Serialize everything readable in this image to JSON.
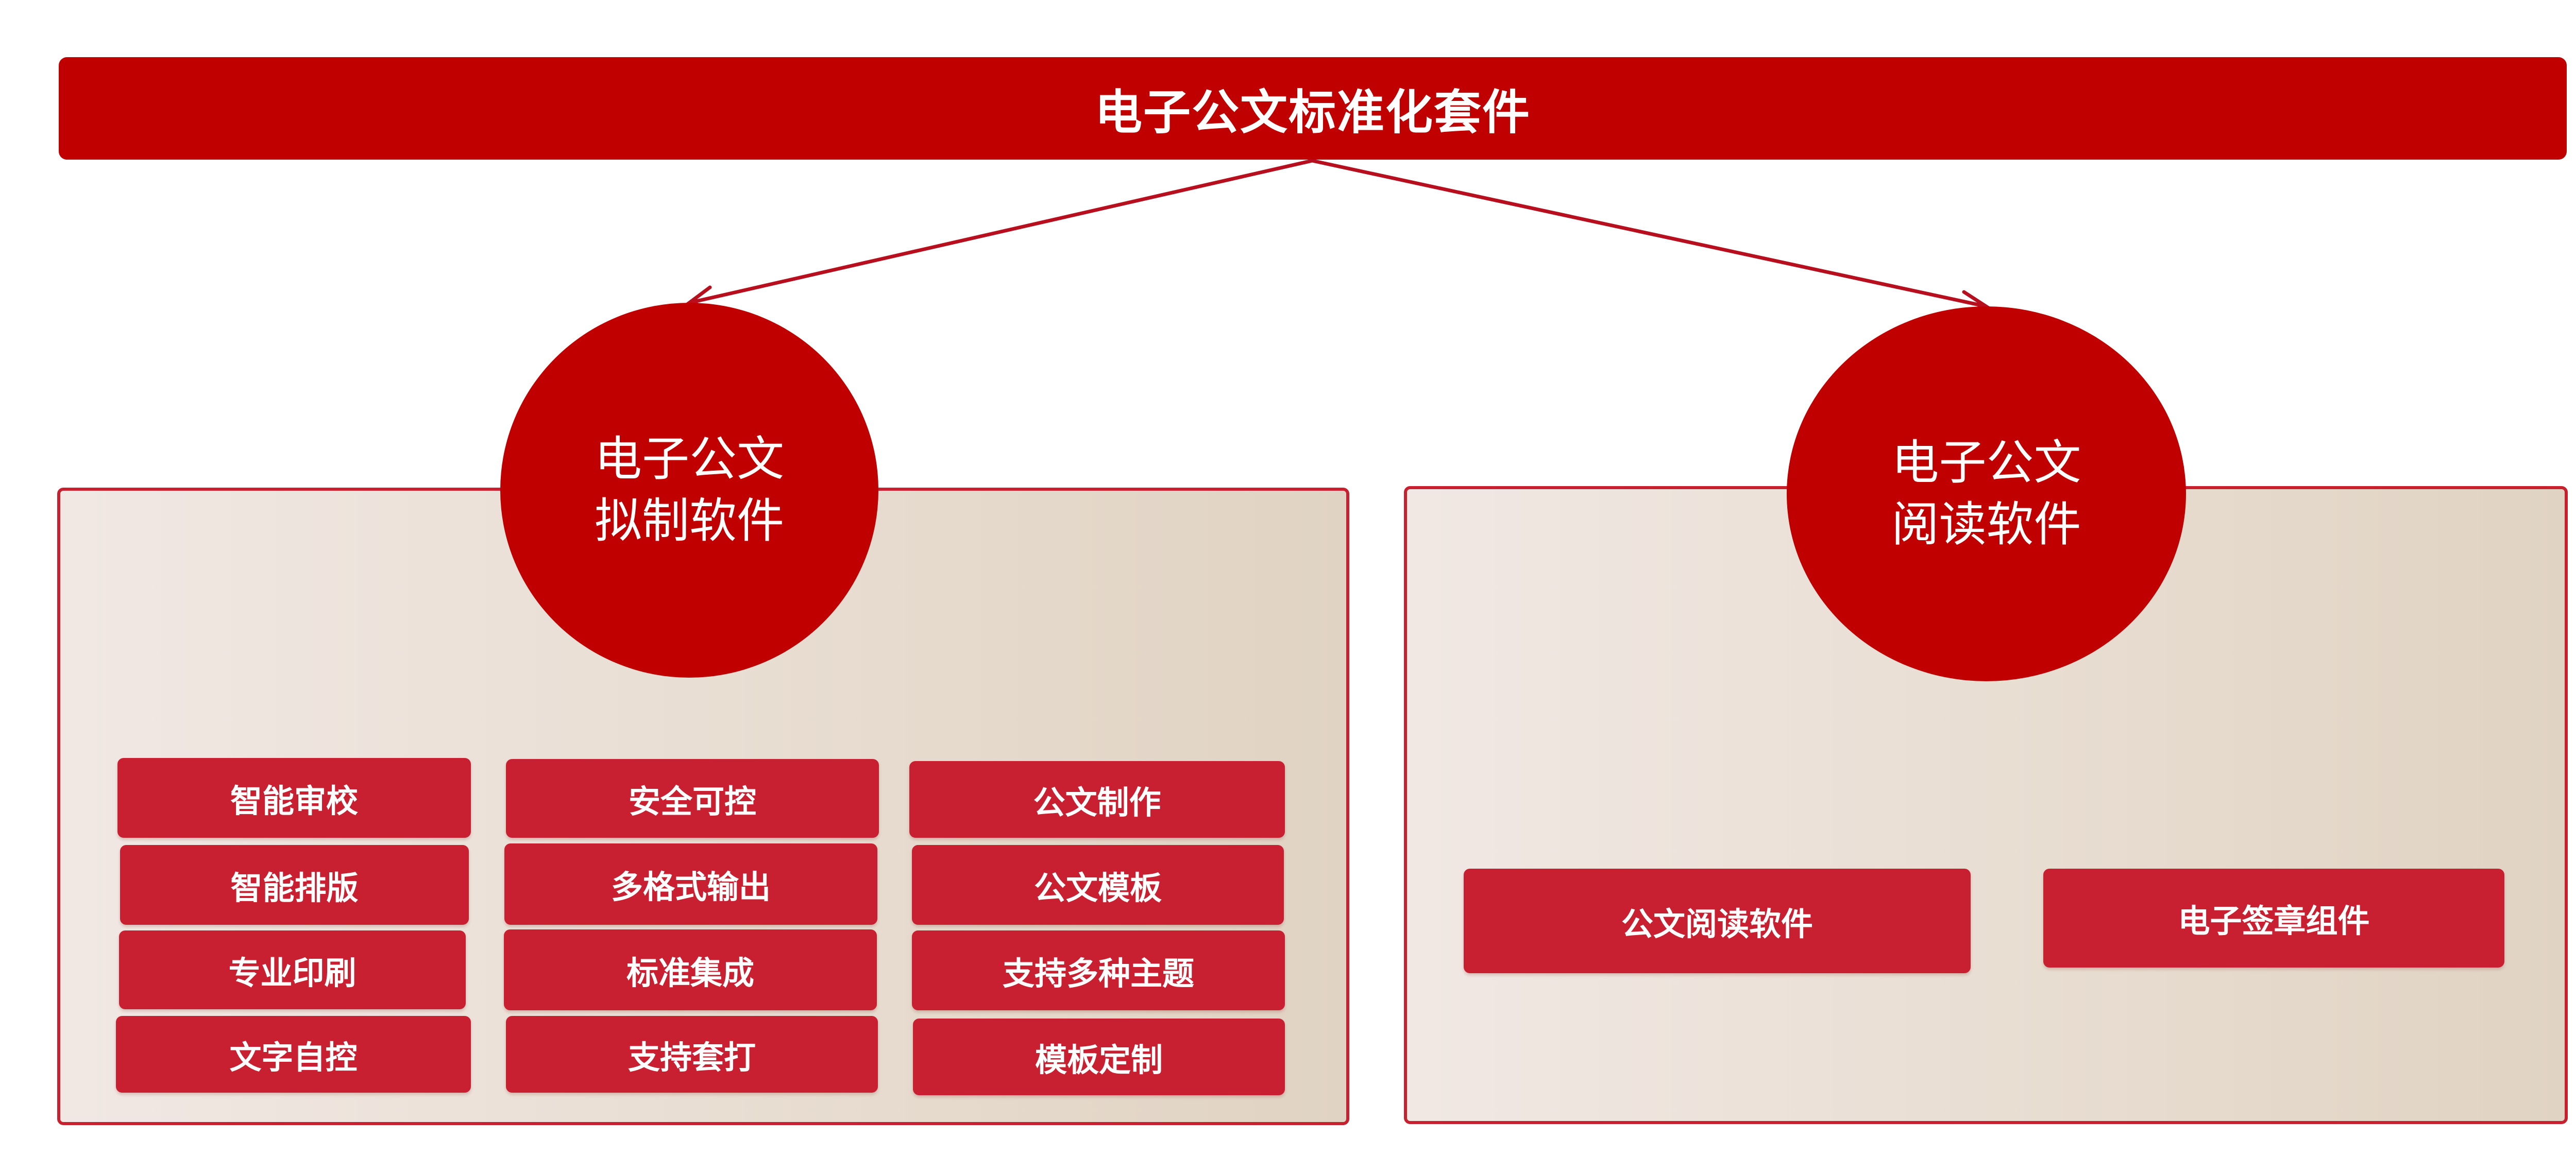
{
  "title": "电子公文标准化套件",
  "left_module": {
    "circle_line1": "电子公文",
    "circle_line2": "拟制软件",
    "columns": [
      [
        "智能审校",
        "智能排版",
        "专业印刷",
        "文字自控"
      ],
      [
        "安全可控",
        "多格式输出",
        "标准集成",
        "支持套打"
      ],
      [
        "公文制作",
        "公文模板",
        "支持多种主题",
        "模板定制"
      ]
    ]
  },
  "right_module": {
    "circle_line1": "电子公文",
    "circle_line2": "阅读软件",
    "items": [
      "公文阅读软件",
      "电子签章组件"
    ]
  },
  "colors": {
    "primary_red": "#c00000",
    "chip_red": "#c81f31",
    "panel_beige": "#e8ddd1"
  }
}
